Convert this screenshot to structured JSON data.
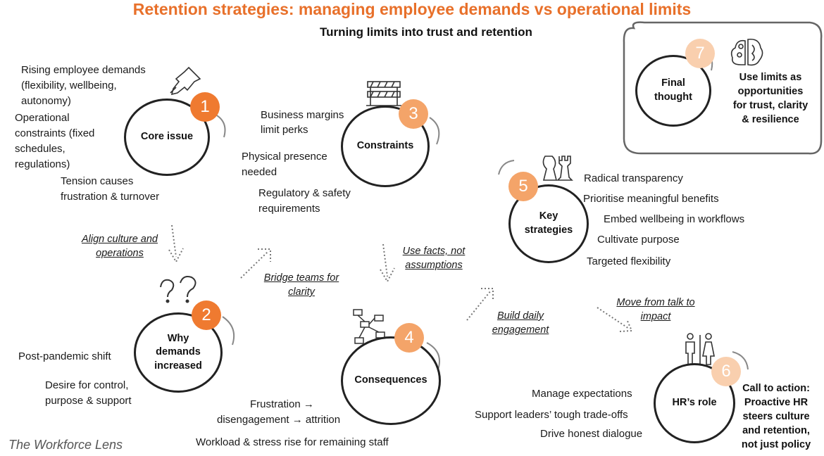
{
  "title": "Retention strategies: managing employee demands vs operational limits",
  "subtitle": "Turning limits into trust and retention",
  "brand": "The Workforce Lens",
  "accent_colors": {
    "dark": "#ef7a30",
    "mid": "#f4a469",
    "light": "#f9cfae"
  },
  "nodes": [
    {
      "number": "1",
      "label": "Core issue",
      "icon": "pushpin-icon",
      "points": [
        "Rising employee demands",
        "(flexibility, wellbeing,",
        "autonomy)",
        "Operational",
        "constraints (fixed",
        "schedules,",
        "regulations)",
        "Tension causes",
        "frustration & turnover"
      ]
    },
    {
      "number": "2",
      "label_lines": [
        "Why",
        "demands",
        "increased"
      ],
      "icon": "question-marks-icon",
      "points": [
        "Post-pandemic shift",
        "Desire for control,",
        "purpose & support"
      ]
    },
    {
      "number": "3",
      "label": "Constraints",
      "icon": "barrier-icon",
      "points": [
        "Business margins",
        "limit perks",
        "Physical presence",
        "needed",
        "Regulatory & safety",
        "requirements"
      ]
    },
    {
      "number": "4",
      "label": "Consequences",
      "icon": "flowchart-icon",
      "points": [
        "Frustration →",
        "disengagement → attrition",
        "Workload & stress rise for remaining staff"
      ]
    },
    {
      "number": "5",
      "label_lines": [
        "Key",
        "strategies"
      ],
      "icon": "chess-pieces-icon",
      "points": [
        "Radical transparency",
        "Prioritise meaningful benefits",
        "Embed wellbeing in workflows",
        "Cultivate purpose",
        "Targeted flexibility"
      ]
    },
    {
      "number": "6",
      "label": "HR’s role",
      "icon": "people-icon",
      "points": [
        "Manage expectations",
        "Support leaders’ tough trade-offs",
        "Drive honest dialogue"
      ],
      "call_to_action": [
        "Call to action:",
        "Proactive HR",
        "steers culture",
        "and retention,",
        "not just policy"
      ]
    },
    {
      "number": "7",
      "label_lines": [
        "Final",
        "thought"
      ],
      "icon": "brain-icon",
      "statement": [
        "Use limits as",
        "opportunities",
        "for trust, clarity",
        "& resilience"
      ]
    }
  ],
  "connectors": [
    [
      "Align culture and",
      "operations"
    ],
    [
      "Bridge teams for",
      "clarity"
    ],
    [
      "Use facts, not",
      "assumptions"
    ],
    [
      "Build daily",
      "engagement"
    ],
    [
      "Move from talk to",
      "impact"
    ]
  ]
}
